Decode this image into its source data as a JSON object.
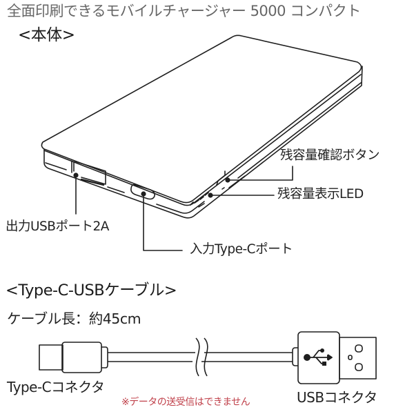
{
  "title": "全面印刷できるモバイルチャージャー 5000 コンパクト",
  "body_section": {
    "heading": "<本体>",
    "labels": {
      "check_button": "残容量確認ボタン",
      "led": "残容量表示LED",
      "usb_out": "出力USBポート2A",
      "typec_in": "入力Type-Cポート"
    }
  },
  "cable_section": {
    "heading": "<Type-C-USBケーブル>",
    "length": "ケーブル長：約45cm",
    "typec_connector": "Type-Cコネクタ",
    "usb_connector": "USBコネクタ",
    "note": "※データの送受信はできません"
  },
  "colors": {
    "title": "#666666",
    "text": "#222222",
    "line": "#1e1e1e",
    "note": "#c0404a"
  },
  "icons": {
    "usb_symbol": "usb-trident-icon"
  }
}
